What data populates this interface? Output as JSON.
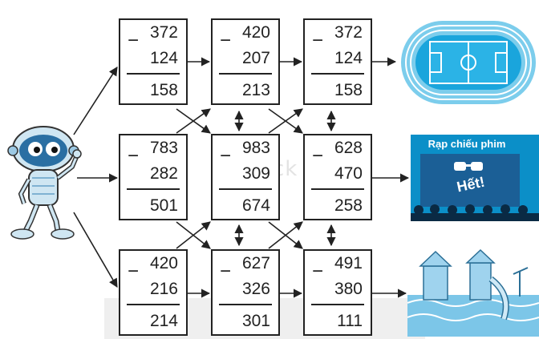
{
  "boxes": [
    {
      "id": "r1c1",
      "a": "372",
      "b": "124",
      "c": "158"
    },
    {
      "id": "r1c2",
      "a": "420",
      "b": "207",
      "c": "213"
    },
    {
      "id": "r1c3",
      "a": "372",
      "b": "124",
      "c": "158"
    },
    {
      "id": "r2c1",
      "a": "783",
      "b": "282",
      "c": "501"
    },
    {
      "id": "r2c2",
      "a": "983",
      "b": "309",
      "c": "674"
    },
    {
      "id": "r2c3",
      "a": "628",
      "b": "470",
      "c": "258"
    },
    {
      "id": "r3c1",
      "a": "420",
      "b": "216",
      "c": "214"
    },
    {
      "id": "r3c2",
      "a": "627",
      "b": "326",
      "c": "301"
    },
    {
      "id": "r3c3",
      "a": "491",
      "b": "380",
      "c": "111"
    }
  ],
  "operator": "−",
  "cinema": {
    "sign": "Rạp chiếu phim",
    "screen": "Hết!"
  },
  "watermark": "vietjack",
  "colors": {
    "stadium": "#1aa5dc",
    "cinema": "#0b8fc8",
    "pool": "#7cc6e8",
    "line": "#222222"
  },
  "destinations": [
    "stadium-image",
    "cinema-image",
    "water-park-image"
  ],
  "character": "robot-image"
}
